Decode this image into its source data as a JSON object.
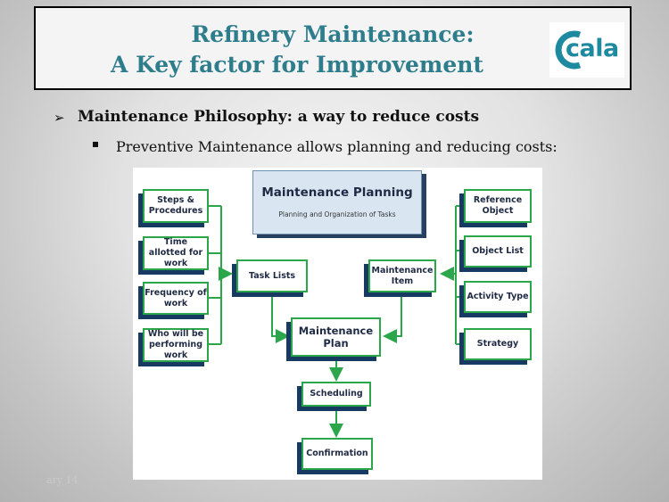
{
  "slide": {
    "title_line1": "Refinery Maintenance:",
    "title_line2": "A Key factor for Improvement",
    "logo_text": "cala",
    "bullet1": "Maintenance Philosophy: a way to reduce costs",
    "bullet1_mark": "➢",
    "bullet2": "Preventive Maintenance allows planning and reducing costs:",
    "footer": "ary 14"
  },
  "diagram": {
    "header_title": "Maintenance Planning",
    "header_subtitle": "Planning and Organization of Tasks",
    "left_items": [
      "Steps & Procedures",
      "Time allotted for work",
      "Frequency of work",
      "Who will be performing work"
    ],
    "right_items": [
      "Reference Object",
      "Object List",
      "Activity Type",
      "Strategy"
    ],
    "task_lists": "Task Lists",
    "maintenance_item": "Maintenance Item",
    "maintenance_plan": "Maintenance Plan",
    "scheduling": "Scheduling",
    "confirmation": "Confirmation",
    "line_color": "#2ca64a",
    "shadow_color": "#173a63"
  },
  "colors": {
    "title": "#2e7d8c",
    "logo": "#1e8aa0"
  }
}
